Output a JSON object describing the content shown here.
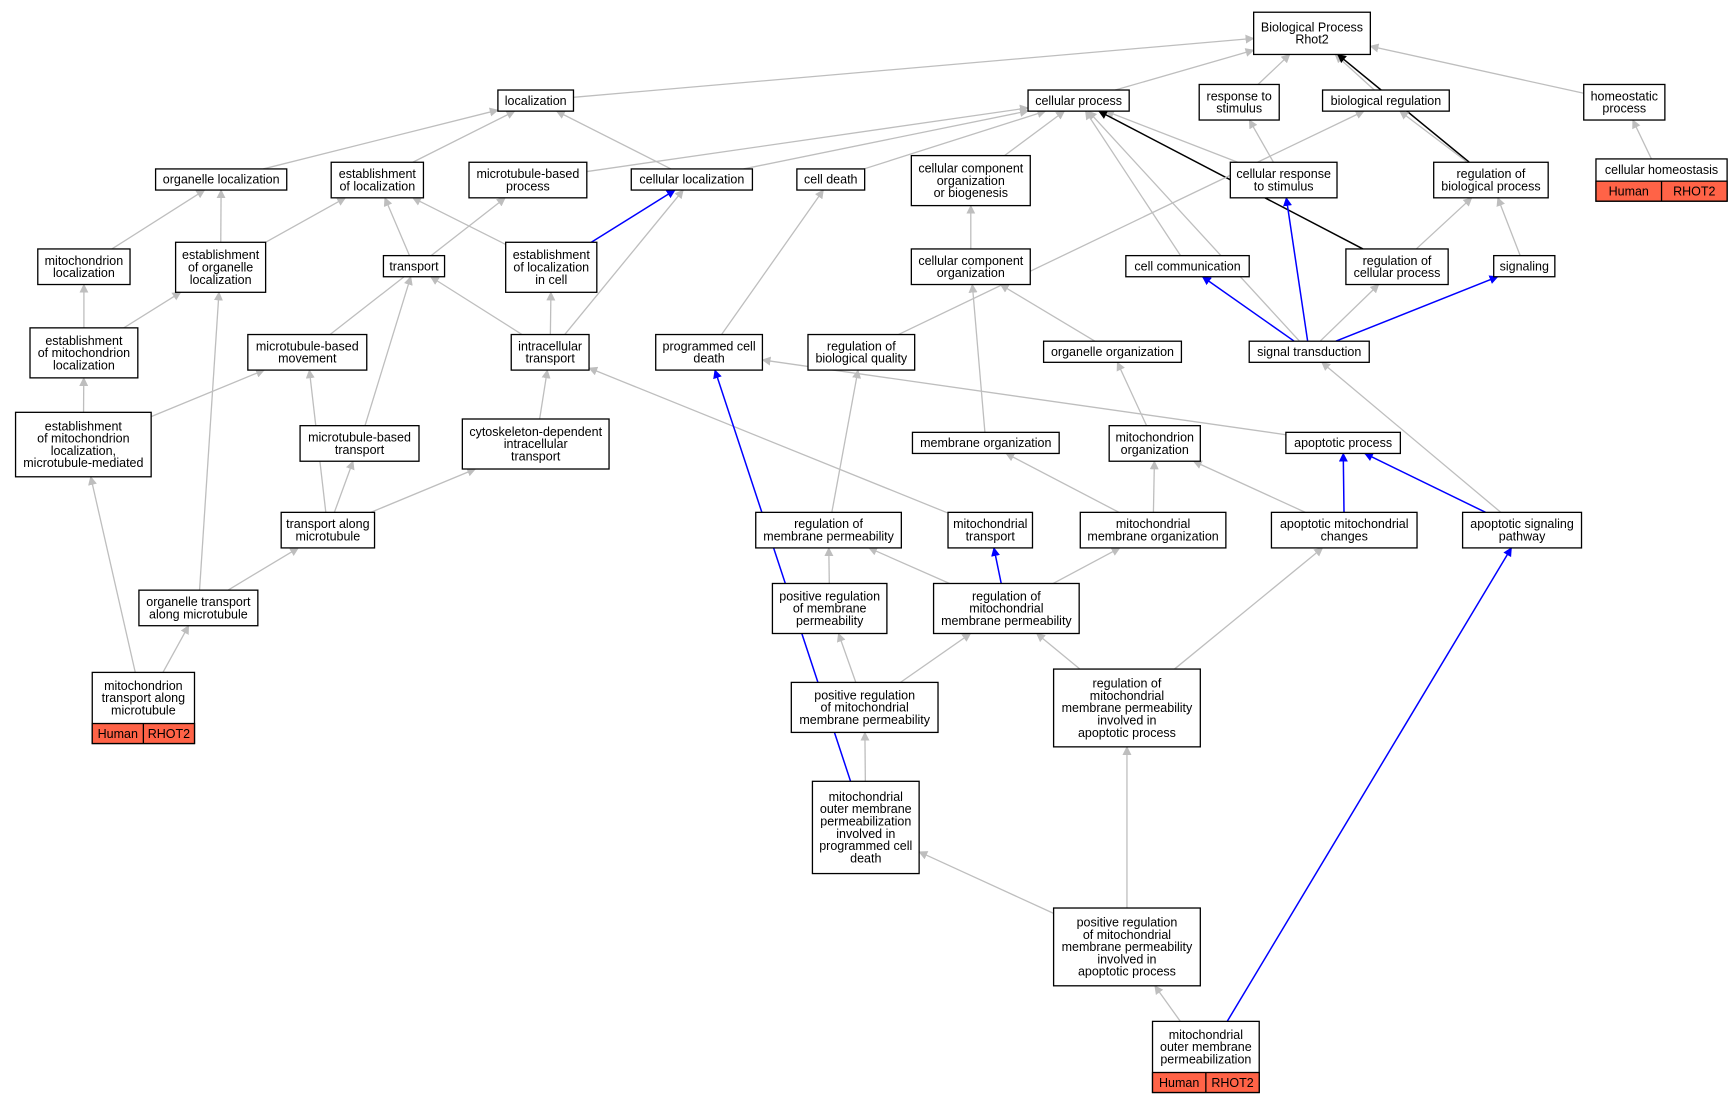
{
  "colors": {
    "gray_edge": "#bebebe",
    "blue_edge": "#0000ff",
    "black_edge": "#000000",
    "annotation_fill": "#ff6347",
    "node_stroke": "#000000"
  },
  "nodes": {
    "bp_root": {
      "lines": [
        "Biological Process",
        "Rhot2"
      ]
    },
    "localization": {
      "lines": [
        "localization"
      ]
    },
    "cellular_process": {
      "lines": [
        "cellular process"
      ]
    },
    "response_to_stimulus": {
      "lines": [
        "response to",
        "stimulus"
      ]
    },
    "biological_regulation": {
      "lines": [
        "biological regulation"
      ]
    },
    "homeostatic_process": {
      "lines": [
        "homeostatic",
        "process"
      ]
    },
    "organelle_localization": {
      "lines": [
        "organelle localization"
      ]
    },
    "establishment_of_localization": {
      "lines": [
        "establishment",
        "of localization"
      ]
    },
    "microtubule_based_process": {
      "lines": [
        "microtubule-based",
        "process"
      ]
    },
    "cellular_localization": {
      "lines": [
        "cellular localization"
      ]
    },
    "cell_death": {
      "lines": [
        "cell death"
      ]
    },
    "cc_org_or_biogenesis": {
      "lines": [
        "cellular component",
        "organization",
        "or biogenesis"
      ]
    },
    "cellular_response_to_stimulus": {
      "lines": [
        "cellular response",
        "to stimulus"
      ]
    },
    "regulation_of_biological_process": {
      "lines": [
        "regulation of",
        "biological process"
      ]
    },
    "cellular_homeostasis": {
      "lines": [
        "cellular homeostasis"
      ],
      "annotation": [
        "Human",
        "RHOT2"
      ]
    },
    "mitochondrion_localization": {
      "lines": [
        "mitochondrion",
        "localization"
      ]
    },
    "establishment_of_organelle_localization": {
      "lines": [
        "establishment",
        "of organelle",
        "localization"
      ]
    },
    "transport": {
      "lines": [
        "transport"
      ]
    },
    "establishment_of_localization_in_cell": {
      "lines": [
        "establishment",
        "of localization",
        "in cell"
      ]
    },
    "cellular_component_organization": {
      "lines": [
        "cellular component",
        "organization"
      ]
    },
    "cell_communication": {
      "lines": [
        "cell communication"
      ]
    },
    "regulation_of_cellular_process": {
      "lines": [
        "regulation of",
        "cellular process"
      ]
    },
    "signaling": {
      "lines": [
        "signaling"
      ]
    },
    "establishment_of_mitochondrion_localization": {
      "lines": [
        "establishment",
        "of mitochondrion",
        "localization"
      ]
    },
    "microtubule_based_movement": {
      "lines": [
        "microtubule-based",
        "movement"
      ]
    },
    "intracellular_transport": {
      "lines": [
        "intracellular",
        "transport"
      ]
    },
    "programmed_cell_death": {
      "lines": [
        "programmed cell",
        "death"
      ]
    },
    "regulation_of_biological_quality": {
      "lines": [
        "regulation of",
        "biological quality"
      ]
    },
    "organelle_organization": {
      "lines": [
        "organelle organization"
      ]
    },
    "signal_transduction": {
      "lines": [
        "signal transduction"
      ]
    },
    "establishment_mito_loc_mt_mediated": {
      "lines": [
        "establishment",
        "of mitochondrion",
        "localization,",
        "microtubule-mediated"
      ]
    },
    "microtubule_based_transport": {
      "lines": [
        "microtubule-based",
        "transport"
      ]
    },
    "cytoskeleton_dependent_intracellular_transport": {
      "lines": [
        "cytoskeleton-dependent",
        "intracellular",
        "transport"
      ]
    },
    "membrane_organization": {
      "lines": [
        "membrane organization"
      ]
    },
    "mitochondrion_organization": {
      "lines": [
        "mitochondrion",
        "organization"
      ]
    },
    "apoptotic_process": {
      "lines": [
        "apoptotic process"
      ]
    },
    "transport_along_microtubule": {
      "lines": [
        "transport along",
        "microtubule"
      ]
    },
    "regulation_of_membrane_permeability": {
      "lines": [
        "regulation of",
        "membrane permeability"
      ]
    },
    "mitochondrial_transport": {
      "lines": [
        "mitochondrial",
        "transport"
      ]
    },
    "mitochondrial_membrane_organization": {
      "lines": [
        "mitochondrial",
        "membrane organization"
      ]
    },
    "apoptotic_mitochondrial_changes": {
      "lines": [
        "apoptotic mitochondrial",
        "changes"
      ]
    },
    "apoptotic_signaling_pathway": {
      "lines": [
        "apoptotic signaling",
        "pathway"
      ]
    },
    "organelle_transport_along_microtubule": {
      "lines": [
        "organelle transport",
        "along microtubule"
      ]
    },
    "positive_regulation_of_membrane_permeability": {
      "lines": [
        "positive regulation",
        "of membrane",
        "permeability"
      ]
    },
    "regulation_of_mito_membrane_permeability": {
      "lines": [
        "regulation of",
        "mitochondrial",
        "membrane permeability"
      ]
    },
    "mitochondrion_transport_along_microtubule": {
      "lines": [
        "mitochondrion",
        "transport along",
        "microtubule"
      ],
      "annotation": [
        "Human",
        "RHOT2"
      ]
    },
    "positive_regulation_of_mito_membrane_permeability": {
      "lines": [
        "positive regulation",
        "of mitochondrial",
        "membrane permeability"
      ]
    },
    "reg_mito_membrane_perm_apoptotic": {
      "lines": [
        "regulation of",
        "mitochondrial",
        "membrane permeability",
        "involved in",
        "apoptotic process"
      ]
    },
    "momp_in_programmed_cell_death": {
      "lines": [
        "mitochondrial",
        "outer membrane",
        "permeabilization",
        "involved in",
        "programmed cell",
        "death"
      ]
    },
    "pos_reg_mito_membrane_perm_apoptotic": {
      "lines": [
        "positive regulation",
        "of mitochondrial",
        "membrane permeability",
        "involved in",
        "apoptotic process"
      ]
    },
    "momp": {
      "lines": [
        "mitochondrial",
        "outer membrane",
        "permeabilization"
      ],
      "annotation": [
        "Human",
        "RHOT2"
      ]
    }
  },
  "edges": [
    {
      "from": "localization",
      "to": "bp_root",
      "color": "gray"
    },
    {
      "from": "cellular_process",
      "to": "bp_root",
      "color": "gray"
    },
    {
      "from": "response_to_stimulus",
      "to": "bp_root",
      "color": "gray"
    },
    {
      "from": "biological_regulation",
      "to": "bp_root",
      "color": "gray"
    },
    {
      "from": "homeostatic_process",
      "to": "bp_root",
      "color": "gray"
    },
    {
      "from": "regulation_of_biological_process",
      "to": "bp_root",
      "color": "black"
    },
    {
      "from": "organelle_localization",
      "to": "localization",
      "color": "gray"
    },
    {
      "from": "establishment_of_localization",
      "to": "localization",
      "color": "gray"
    },
    {
      "from": "cellular_localization",
      "to": "localization",
      "color": "gray"
    },
    {
      "from": "microtubule_based_process",
      "to": "cellular_process",
      "color": "gray"
    },
    {
      "from": "cellular_localization",
      "to": "cellular_process",
      "color": "gray"
    },
    {
      "from": "cell_death",
      "to": "cellular_process",
      "color": "gray"
    },
    {
      "from": "cc_org_or_biogenesis",
      "to": "cellular_process",
      "color": "gray"
    },
    {
      "from": "cellular_response_to_stimulus",
      "to": "cellular_process",
      "color": "gray"
    },
    {
      "from": "cell_communication",
      "to": "cellular_process",
      "color": "gray"
    },
    {
      "from": "regulation_of_cellular_process",
      "to": "cellular_process",
      "color": "black"
    },
    {
      "from": "signal_transduction",
      "to": "cellular_process",
      "color": "gray"
    },
    {
      "from": "cellular_response_to_stimulus",
      "to": "response_to_stimulus",
      "color": "gray"
    },
    {
      "from": "regulation_of_biological_process",
      "to": "biological_regulation",
      "color": "gray"
    },
    {
      "from": "regulation_of_biological_quality",
      "to": "biological_regulation",
      "color": "gray"
    },
    {
      "from": "cellular_homeostasis",
      "to": "homeostatic_process",
      "color": "gray"
    },
    {
      "from": "mitochondrion_localization",
      "to": "organelle_localization",
      "color": "gray"
    },
    {
      "from": "establishment_of_organelle_localization",
      "to": "organelle_localization",
      "color": "gray"
    },
    {
      "from": "establishment_of_organelle_localization",
      "to": "establishment_of_localization",
      "color": "gray"
    },
    {
      "from": "transport",
      "to": "establishment_of_localization",
      "color": "gray"
    },
    {
      "from": "establishment_of_localization_in_cell",
      "to": "establishment_of_localization",
      "color": "gray"
    },
    {
      "from": "microtubule_based_movement",
      "to": "microtubule_based_process",
      "color": "gray"
    },
    {
      "from": "establishment_of_localization_in_cell",
      "to": "cellular_localization",
      "color": "blue"
    },
    {
      "from": "intracellular_transport",
      "to": "cellular_localization",
      "color": "gray"
    },
    {
      "from": "programmed_cell_death",
      "to": "cell_death",
      "color": "gray"
    },
    {
      "from": "cellular_component_organization",
      "to": "cc_org_or_biogenesis",
      "color": "gray"
    },
    {
      "from": "signal_transduction",
      "to": "cellular_response_to_stimulus",
      "color": "blue"
    },
    {
      "from": "regulation_of_cellular_process",
      "to": "regulation_of_biological_process",
      "color": "gray"
    },
    {
      "from": "signaling",
      "to": "regulation_of_biological_process",
      "color": "gray"
    },
    {
      "from": "establishment_of_mitochondrion_localization",
      "to": "mitochondrion_localization",
      "color": "gray"
    },
    {
      "from": "establishment_of_mitochondrion_localization",
      "to": "establishment_of_organelle_localization",
      "color": "gray"
    },
    {
      "from": "organelle_transport_along_microtubule",
      "to": "establishment_of_organelle_localization",
      "color": "gray"
    },
    {
      "from": "intracellular_transport",
      "to": "transport",
      "color": "gray"
    },
    {
      "from": "microtubule_based_transport",
      "to": "transport",
      "color": "gray"
    },
    {
      "from": "intracellular_transport",
      "to": "establishment_of_localization_in_cell",
      "color": "gray"
    },
    {
      "from": "organelle_organization",
      "to": "cellular_component_organization",
      "color": "gray"
    },
    {
      "from": "membrane_organization",
      "to": "cellular_component_organization",
      "color": "gray"
    },
    {
      "from": "signal_transduction",
      "to": "cell_communication",
      "color": "blue"
    },
    {
      "from": "signal_transduction",
      "to": "regulation_of_cellular_process",
      "color": "gray"
    },
    {
      "from": "signal_transduction",
      "to": "signaling",
      "color": "blue"
    },
    {
      "from": "establishment_mito_loc_mt_mediated",
      "to": "establishment_of_mitochondrion_localization",
      "color": "gray"
    },
    {
      "from": "establishment_mito_loc_mt_mediated",
      "to": "microtubule_based_movement",
      "color": "gray"
    },
    {
      "from": "transport_along_microtubule",
      "to": "microtubule_based_movement",
      "color": "gray"
    },
    {
      "from": "cytoskeleton_dependent_intracellular_transport",
      "to": "intracellular_transport",
      "color": "gray"
    },
    {
      "from": "mitochondrial_transport",
      "to": "intracellular_transport",
      "color": "gray"
    },
    {
      "from": "momp_in_programmed_cell_death",
      "to": "programmed_cell_death",
      "color": "blue"
    },
    {
      "from": "apoptotic_process",
      "to": "programmed_cell_death",
      "color": "gray"
    },
    {
      "from": "regulation_of_membrane_permeability",
      "to": "regulation_of_biological_quality",
      "color": "gray"
    },
    {
      "from": "mitochondrion_organization",
      "to": "organelle_organization",
      "color": "gray"
    },
    {
      "from": "apoptotic_signaling_pathway",
      "to": "signal_transduction",
      "color": "gray"
    },
    {
      "from": "transport_along_microtubule",
      "to": "microtubule_based_transport",
      "color": "gray"
    },
    {
      "from": "transport_along_microtubule",
      "to": "cytoskeleton_dependent_intracellular_transport",
      "color": "gray"
    },
    {
      "from": "mitochondrial_membrane_organization",
      "to": "membrane_organization",
      "color": "gray"
    },
    {
      "from": "mitochondrial_membrane_organization",
      "to": "mitochondrion_organization",
      "color": "gray"
    },
    {
      "from": "apoptotic_mitochondrial_changes",
      "to": "mitochondrion_organization",
      "color": "gray"
    },
    {
      "from": "apoptotic_mitochondrial_changes",
      "to": "apoptotic_process",
      "color": "blue"
    },
    {
      "from": "apoptotic_signaling_pathway",
      "to": "apoptotic_process",
      "color": "blue"
    },
    {
      "from": "organelle_transport_along_microtubule",
      "to": "transport_along_microtubule",
      "color": "gray"
    },
    {
      "from": "positive_regulation_of_membrane_permeability",
      "to": "regulation_of_membrane_permeability",
      "color": "gray"
    },
    {
      "from": "regulation_of_mito_membrane_permeability",
      "to": "regulation_of_membrane_permeability",
      "color": "gray"
    },
    {
      "from": "regulation_of_mito_membrane_permeability",
      "to": "mitochondrial_transport",
      "color": "blue"
    },
    {
      "from": "regulation_of_mito_membrane_permeability",
      "to": "mitochondrial_membrane_organization",
      "color": "gray"
    },
    {
      "from": "reg_mito_membrane_perm_apoptotic",
      "to": "apoptotic_mitochondrial_changes",
      "color": "gray"
    },
    {
      "from": "momp",
      "to": "apoptotic_signaling_pathway",
      "color": "blue"
    },
    {
      "from": "mitochondrion_transport_along_microtubule",
      "to": "organelle_transport_along_microtubule",
      "color": "gray"
    },
    {
      "from": "mitochondrion_transport_along_microtubule",
      "to": "establishment_mito_loc_mt_mediated",
      "color": "gray"
    },
    {
      "from": "positive_regulation_of_mito_membrane_permeability",
      "to": "positive_regulation_of_membrane_permeability",
      "color": "gray"
    },
    {
      "from": "positive_regulation_of_mito_membrane_permeability",
      "to": "regulation_of_mito_membrane_permeability",
      "color": "gray"
    },
    {
      "from": "reg_mito_membrane_perm_apoptotic",
      "to": "regulation_of_mito_membrane_permeability",
      "color": "gray"
    },
    {
      "from": "momp_in_programmed_cell_death",
      "to": "positive_regulation_of_mito_membrane_permeability",
      "color": "gray"
    },
    {
      "from": "pos_reg_mito_membrane_perm_apoptotic",
      "to": "reg_mito_membrane_perm_apoptotic",
      "color": "gray"
    },
    {
      "from": "pos_reg_mito_membrane_perm_apoptotic",
      "to": "momp_in_programmed_cell_death",
      "color": "gray"
    },
    {
      "from": "momp",
      "to": "pos_reg_mito_membrane_perm_apoptotic",
      "color": "gray"
    }
  ]
}
